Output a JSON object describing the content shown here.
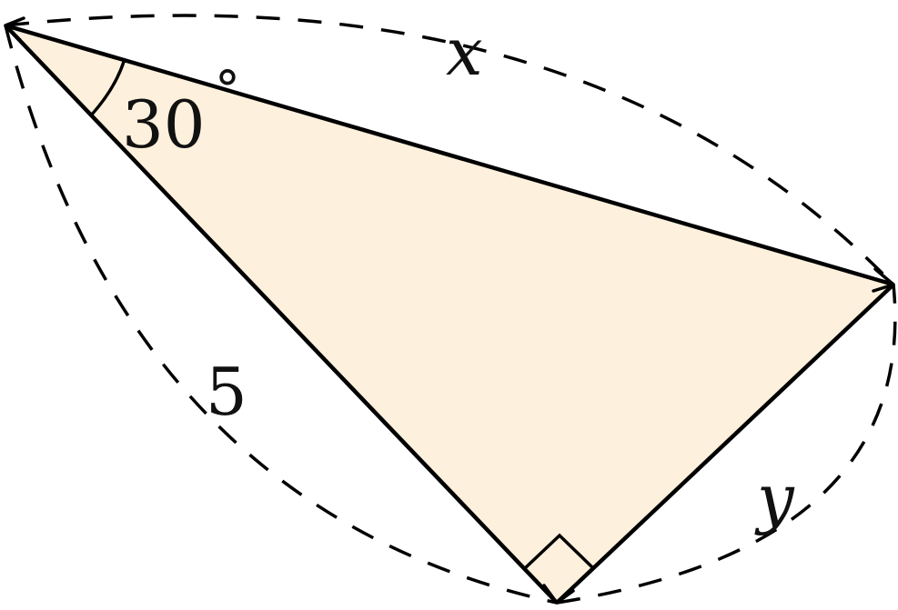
{
  "diagram": {
    "angle_label": "30",
    "angle_unit_symbol": "°",
    "side_labels": {
      "hypotenuse": "x",
      "adjacent": "5",
      "opposite": "y"
    },
    "right_angle_marker": true
  },
  "colors": {
    "fill": "#fdf0dc",
    "stroke": "#000000",
    "text": "#111111"
  }
}
